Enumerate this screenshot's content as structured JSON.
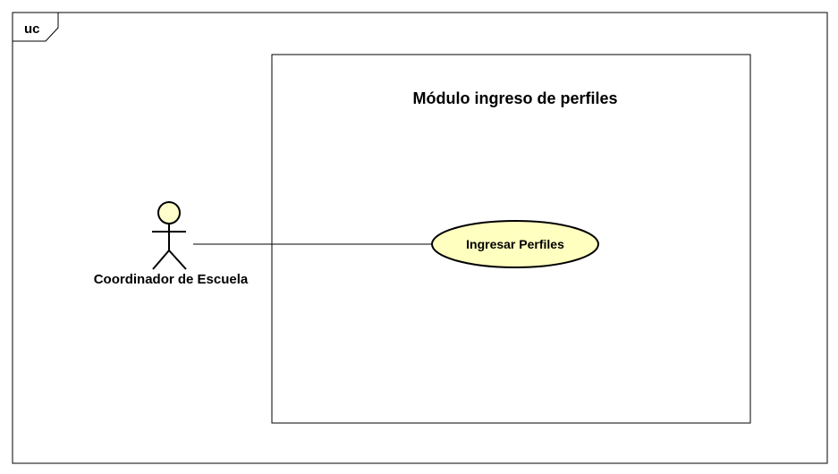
{
  "diagram": {
    "frame_tag": "uc",
    "system_title": "Módulo ingreso de perfiles",
    "actor": {
      "label": "Coordinador de Escuela"
    },
    "use_case": {
      "label": "Ingresar Perfiles"
    },
    "colors": {
      "line": "#000000",
      "background": "#ffffff",
      "actor_fill": "#ffffcc",
      "use_case_fill": "#ffffc0"
    }
  }
}
